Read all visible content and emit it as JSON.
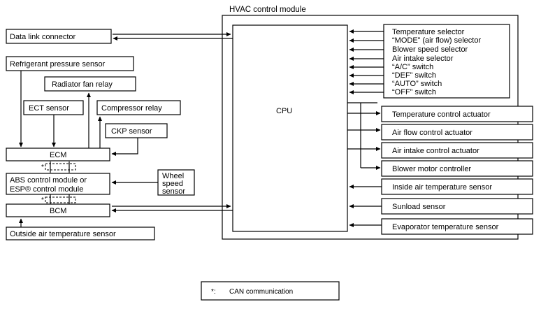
{
  "hvac_title": "HVAC control module",
  "cpu_label": "CPU",
  "left_components": {
    "data_link_connector": "Data link connector",
    "refrigerant_pressure_sensor": "Refrigerant pressure sensor",
    "radiator_fan_relay": "Radiator fan relay",
    "ect_sensor": "ECT sensor",
    "compressor_relay": "Compressor relay",
    "ckp_sensor": "CKP sensor",
    "ecm": "ECM",
    "abs_line1": "ABS control module or",
    "abs_line2": "ESP® control module",
    "wheel_line1": "Wheel",
    "wheel_line2": "speed",
    "wheel_line3": "sensor",
    "bcm": "BCM",
    "outside_air_sensor": "Outside air temperature sensor"
  },
  "input_switches": [
    "Temperature selector",
    "“MODE” (air flow) selector",
    "Blower speed selector",
    "Air intake selector",
    "“A/C” switch",
    "“DEF” switch",
    "“AUTO” switch",
    "“OFF” switch"
  ],
  "outputs": [
    "Temperature control actuator",
    "Air flow control actuator",
    "Air intake control actuator",
    "Blower motor controller"
  ],
  "sensors_in": [
    "Inside air temperature sensor",
    "Sunload sensor",
    "Evaporator temperature sensor"
  ],
  "can_marker": "*",
  "legend": {
    "marker": "*:",
    "text": "CAN communication"
  }
}
